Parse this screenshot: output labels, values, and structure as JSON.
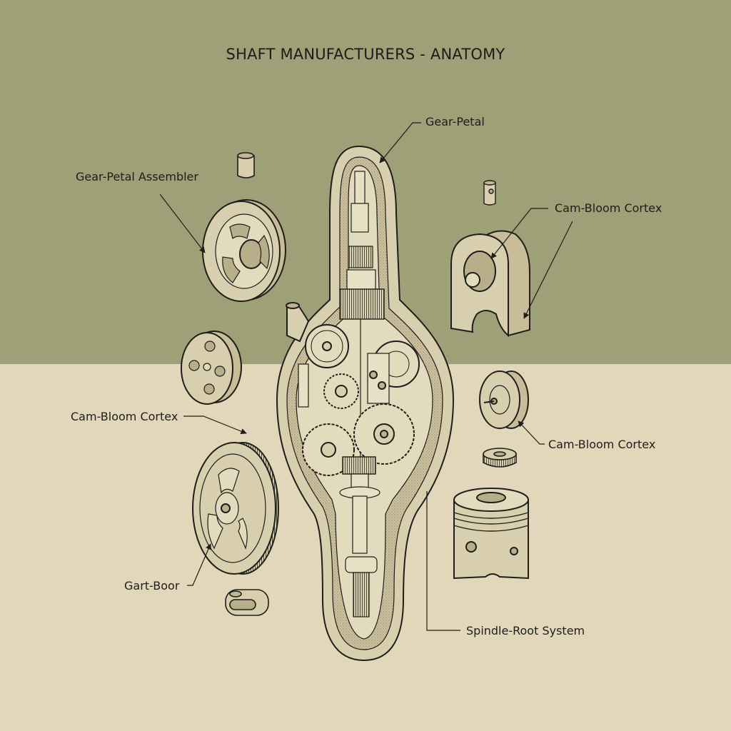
{
  "title": "SHAFT MANUFACTURERS - ANATOMY",
  "colors": {
    "top_background": "#9ea077",
    "bottom_background": "#e2d6bb",
    "ink": "#1e1e1a",
    "part_fill": "#d8cfae"
  },
  "labels": [
    {
      "id": "gear-petal",
      "text": "Gear-Petal"
    },
    {
      "id": "gear-petal-assembler",
      "text": "Gear-Petal Assembler"
    },
    {
      "id": "cam-bloom-cortex-top",
      "text": "Cam-Bloom Cortex"
    },
    {
      "id": "cam-bloom-cortex-left",
      "text": "Cam-Bloom Cortex"
    },
    {
      "id": "cam-bloom-cortex-right",
      "text": "Cam-Bloom Cortex"
    },
    {
      "id": "gart-boor",
      "text": "Gart-Boor"
    },
    {
      "id": "spindle-root-system",
      "text": "Spindle-Root System"
    }
  ],
  "parts": [
    "central-shaft-housing",
    "spoked-pulley",
    "small-bushing",
    "small-pin",
    "cam-bracket",
    "four-hole-disc",
    "timing-pulley",
    "grooved-wheel",
    "flat-washer",
    "piston",
    "link-block"
  ]
}
